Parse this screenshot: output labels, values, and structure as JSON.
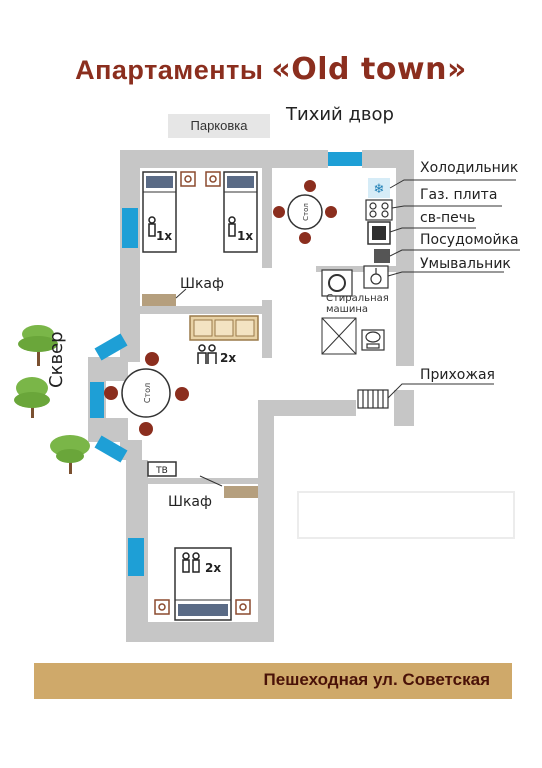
{
  "title": {
    "prefix": "Апартаменты ",
    "name": "«Old town»"
  },
  "outside": {
    "parking": "Парковка",
    "courtyard": "Тихий двор",
    "square": "Сквер",
    "street": "Пешеходная ул. Советская"
  },
  "legend": {
    "fridge": "Холодильник",
    "gas_stove": "Газ. плита",
    "microwave": "св-печь",
    "dishwasher": "Посудомойка",
    "sink": "Умывальник",
    "hallway": "Прихожая"
  },
  "rooms": {
    "wardrobe_1": "Шкаф",
    "wardrobe_2": "Шкаф",
    "washing_machine_line1": "Стиральная",
    "washing_machine_line2": "машина",
    "bed_single_1": "1х",
    "bed_single_2": "1х",
    "sofa_guests": "2х",
    "bed_double": "2х",
    "table_living": "Стол",
    "table_kitchen": "Стол",
    "tv": "ТВ"
  },
  "colors": {
    "wall": "#c6c6c6",
    "window": "#1e9fd6",
    "title": "#8b2e1e",
    "street_bar": "#cfa96a",
    "furniture": "#e8d2a6"
  }
}
